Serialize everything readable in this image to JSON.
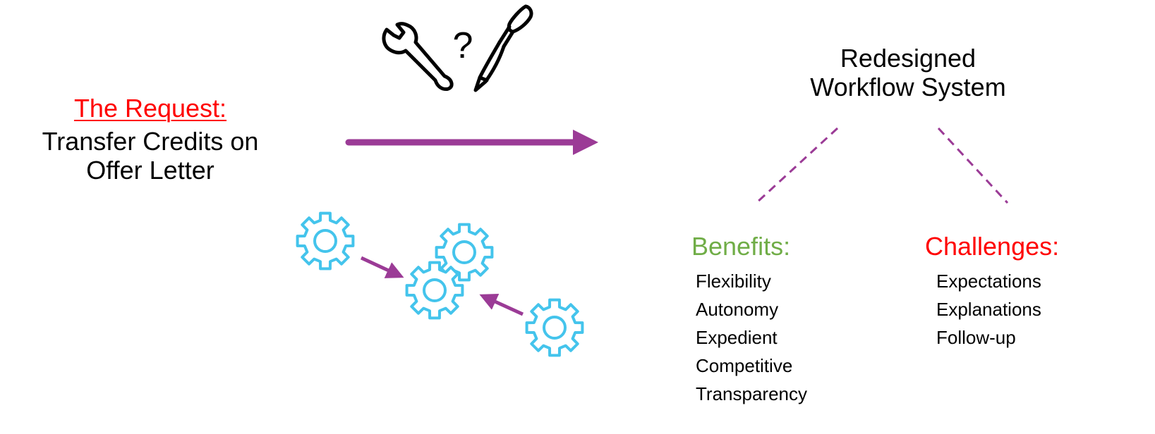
{
  "request": {
    "title": "The Request:",
    "lines": [
      "Transfer Credits on",
      "Offer Letter"
    ],
    "title_color": "#ff0000"
  },
  "system": {
    "title_lines": [
      "Redesigned",
      "Workflow System"
    ]
  },
  "benefits": {
    "heading": "Benefits:",
    "color": "#70ad47",
    "items": [
      "Flexibility",
      "Autonomy",
      "Expedient",
      "Competitive",
      "Transparency"
    ]
  },
  "challenges": {
    "heading": "Challenges:",
    "color": "#ff0000",
    "items": [
      "Expectations",
      "Explanations",
      "Follow-up"
    ]
  },
  "doodle": {
    "question_mark": "?",
    "icons": [
      "wrench-icon",
      "paintbrush-icon",
      "gear-icon"
    ]
  },
  "colors": {
    "arrow": "#9b3b96",
    "gear": "#44c4ec",
    "text": "#000000"
  }
}
